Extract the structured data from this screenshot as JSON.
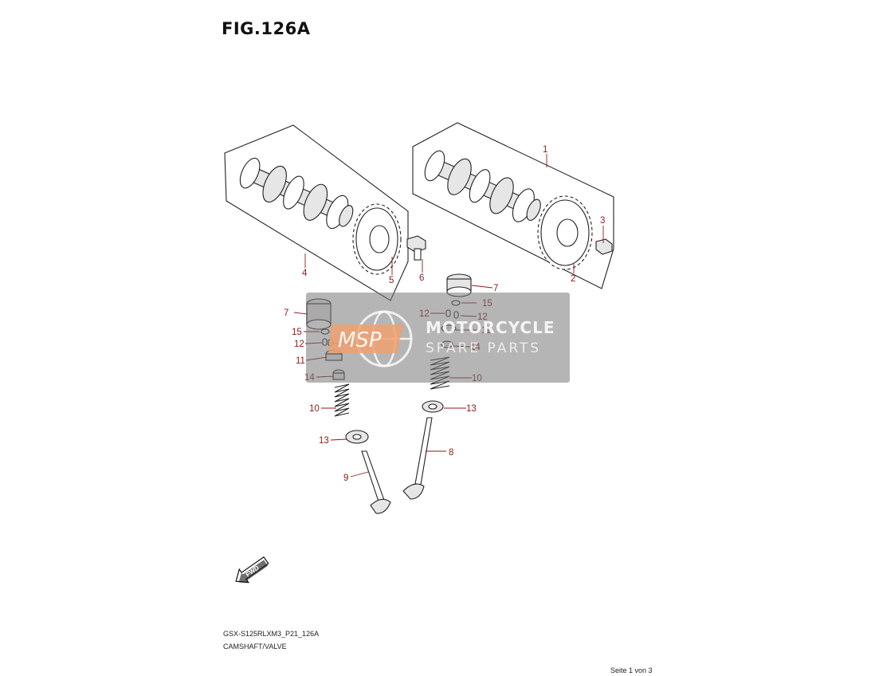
{
  "figure": {
    "title": "FIG.126A",
    "code": "GSX-S125RLXM3_P21_126A",
    "description": "CAMSHAFT/VALVE",
    "page": "Seite 1 von 3"
  },
  "callouts": [
    "1",
    "2",
    "3",
    "4",
    "5",
    "6",
    "7",
    "7",
    "8",
    "9",
    "10",
    "10",
    "11",
    "11",
    "12",
    "12",
    "12",
    "12",
    "13",
    "13",
    "14",
    "14",
    "15",
    "15"
  ],
  "direction_marker": "FWD",
  "watermark": {
    "logo_text": "MSP",
    "line1": "MOTORCYCLE",
    "line2": "SPARE PARTS"
  },
  "colors": {
    "callout": "#8b1a1a",
    "watermark_logo": "#f0a070"
  }
}
